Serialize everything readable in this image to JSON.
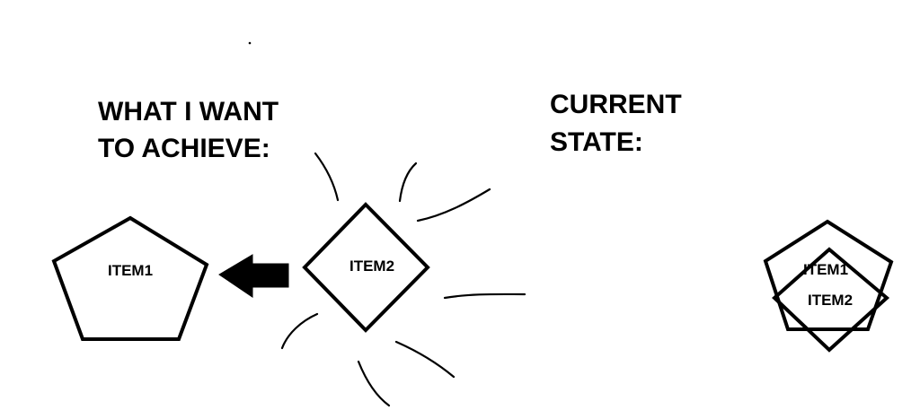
{
  "left_panel": {
    "heading_line1": "WHAT I WANT",
    "heading_line2": "TO ACHIEVE:",
    "pentagon_label": "ITEM1",
    "diamond_label": "ITEM2"
  },
  "right_panel": {
    "heading_line1": "CURRENT",
    "heading_line2": "STATE:",
    "pentagon_label": "ITEM1",
    "diamond_label": "ITEM2"
  },
  "colors": {
    "ink": "#000000",
    "background": "#ffffff"
  }
}
